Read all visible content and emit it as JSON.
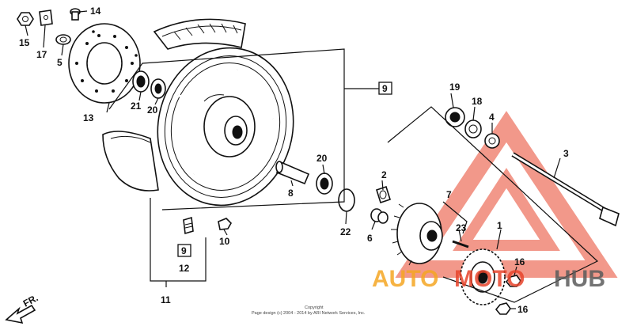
{
  "callouts": [
    "14",
    "15",
    "17",
    "5",
    "13",
    "21",
    "20",
    "9",
    "19",
    "18",
    "4",
    "3",
    "20",
    "8",
    "2",
    "22",
    "6",
    "23",
    "7",
    "1",
    "16",
    "16",
    "10",
    "9",
    "12",
    "11"
  ],
  "direction_label": "FR.",
  "copyright_line1": "Copyright",
  "copyright_line2": "Page design (c) 2004 - 2014 by ARI Network Services, Inc.",
  "watermark": {
    "part1": "AUTO",
    "part2": "MOTO",
    "part3": "HUB",
    "color_orange": "#f5a623",
    "color_red": "#e8452c",
    "color_gray": "#5b5b5b"
  }
}
